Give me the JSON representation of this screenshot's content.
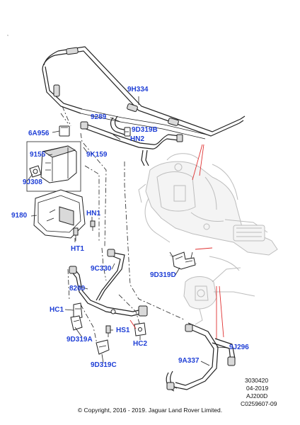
{
  "callouts": [
    {
      "id": "9H334",
      "text": "9H334"
    },
    {
      "id": "9289",
      "text": "9289"
    },
    {
      "id": "9D319B",
      "text": "9D319B"
    },
    {
      "id": "HN2",
      "text": "HN2"
    },
    {
      "id": "6A956",
      "text": "6A956"
    },
    {
      "id": "9155",
      "text": "9155"
    },
    {
      "id": "9K159",
      "text": "9K159"
    },
    {
      "id": "9J308",
      "text": "9J308"
    },
    {
      "id": "9180",
      "text": "9180"
    },
    {
      "id": "HN1",
      "text": "HN1"
    },
    {
      "id": "HT1",
      "text": "HT1"
    },
    {
      "id": "9C330",
      "text": "9C330"
    },
    {
      "id": "9D319D",
      "text": "9D319D"
    },
    {
      "id": "8260",
      "text": "8260"
    },
    {
      "id": "HC1",
      "text": "HC1"
    },
    {
      "id": "HS1",
      "text": "HS1"
    },
    {
      "id": "9D319A",
      "text": "9D319A"
    },
    {
      "id": "HC2",
      "text": "HC2"
    },
    {
      "id": "9J296",
      "text": "9J296"
    },
    {
      "id": "9D319C",
      "text": "9D319C"
    },
    {
      "id": "9A337",
      "text": "9A337"
    }
  ],
  "meta": {
    "number": "3030420",
    "date": "04-2019",
    "code": "AJ200D",
    "ref": "C0259607-09"
  },
  "copyright": "© Copyright, 2016 - 2019. Jaguar Land Rover Limited.",
  "colors": {
    "callout": "#1f3fd6",
    "leader_red": "#e03030"
  }
}
